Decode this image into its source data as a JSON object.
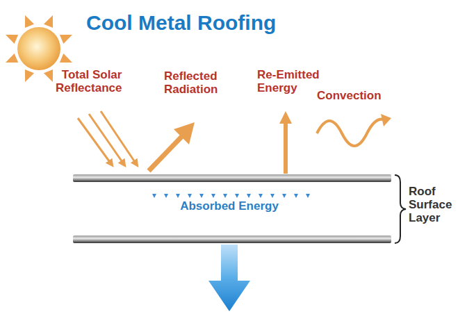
{
  "diagram": {
    "title": "Cool Metal Roofing",
    "labels": [
      "Total Solar Reflectance",
      "Reflected Radiation",
      "Re-Emitted Energy",
      "Convection",
      "Absorbed Energy",
      "Roof Surface Layer"
    ]
  }
}
